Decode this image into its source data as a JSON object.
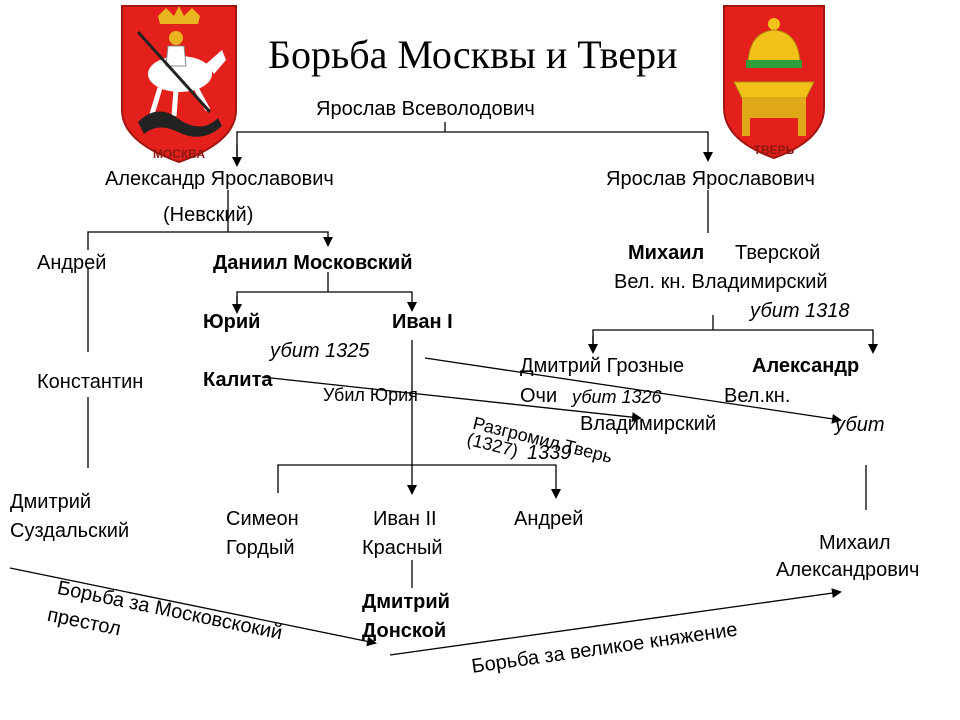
{
  "title": "Борьба Москвы и Твери",
  "crests": {
    "moscow": {
      "label": "МОСКВА",
      "red": "#e3201b",
      "gold": "#e8b520",
      "dark": "#222222"
    },
    "tver": {
      "label": "ТВЕРЬ",
      "red": "#e3201b",
      "gold": "#f2c21a",
      "green": "#2e9e3a"
    }
  },
  "nodes": {
    "yaroslav_vsevolodovich": "Ярослав Всеволодович",
    "alexander_yaroslavich": "Александр Ярославович",
    "nevsky": "(Невский)",
    "yaroslav_yaroslavich": "Ярослав Ярославович",
    "andrey_1": "Андрей",
    "daniil": "Даниил Московский",
    "mikhail_name": "Михаил",
    "mikhail_tverskoy": "Тверской",
    "vel_kn_vladimirsky": "Вел. кн. Владимирский",
    "ubit_1318": "убит 1318",
    "yuri": "Юрий",
    "ivan_1": "Иван I",
    "ubit_1325": "убит 1325",
    "kalita": "Калита",
    "konstantin": "Константин",
    "dmitry_groznye": "Дмитрий Грозные",
    "ochi": "Очи",
    "ubit_1326": "убит 1326",
    "vladimirsky": "Владимирский",
    "alexander_b": "Александр",
    "vel_kn": "Вел.кн.",
    "ubit": "убит",
    "ubil_yuriya": "Убил Юрия",
    "razgromil_tver": "Разгромил Тверь",
    "year_1327": "(1327)",
    "year_1339": "1339",
    "dmitry_suzdalsky_1": "Дмитрий",
    "dmitry_suzdalsky_2": "Суздальский",
    "simeon_1": "Симеон",
    "simeon_2": "Гордый",
    "ivan_2_1": "Иван  II",
    "ivan_2_2": "Красный",
    "andrey_2": "Андрей",
    "mikhail_a_1": "Михаил",
    "mikhail_a_2": "Александрович",
    "dmitry_donskoy_1": "Дмитрий",
    "dmitry_donskoy_2": "Донской",
    "struggle_moscow_1": "Борьба за Московскокий",
    "struggle_moscow_2": "престол",
    "struggle_grand": "Борьба за великое княжение"
  }
}
